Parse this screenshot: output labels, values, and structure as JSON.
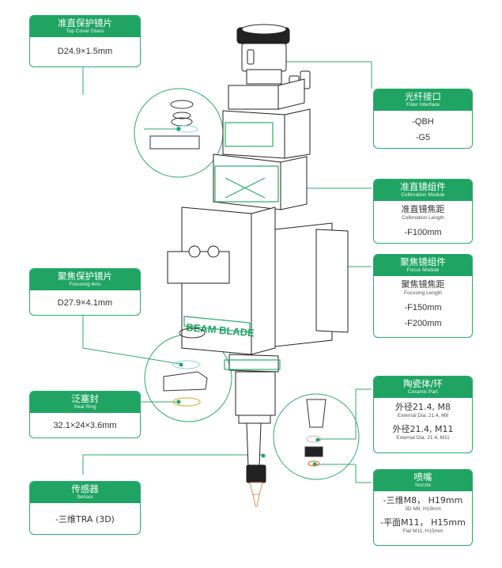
{
  "brand_text": "BEAM BLADE",
  "colors": {
    "accent": "#1fa463",
    "line": "#2bab6e",
    "nozzle_tip": "#e0905a",
    "seal_ring": "#d8c266"
  },
  "labels": {
    "top_cover_glass": {
      "zh": "准直保护镜片",
      "en": "Top Cover Glass",
      "values": [
        "D24.9×1.5mm"
      ]
    },
    "fiber_interface": {
      "zh": "光纤接口",
      "en": "Fiber Interface",
      "values": [
        "-QBH",
        "-G5"
      ]
    },
    "collimation_module": {
      "zh": "准直镜组件",
      "en": "Collimation Module",
      "sub_zh": "准直镜焦距",
      "sub_en": "Collimation Length",
      "values": [
        "-F100mm"
      ]
    },
    "focus_module": {
      "zh": "聚焦镜组件",
      "en": "Focus Module",
      "sub_zh": "聚焦镜焦距",
      "sub_en": "Focusing Length",
      "values": [
        "-F150mm",
        "-F200mm"
      ]
    },
    "focusing_lens": {
      "zh": "聚焦保护镜片",
      "en": "Focusing lens",
      "values": [
        "D27.9×4.1mm"
      ]
    },
    "seal_ring": {
      "zh": "泛塞封",
      "en": "Seal Ring",
      "values": [
        "32.1×24×3.6mm"
      ]
    },
    "sensor": {
      "zh": "传感器",
      "en": "Sensor",
      "values": [
        "-三维TRA (3D)"
      ]
    },
    "ceramic_part": {
      "zh": "陶瓷体/环",
      "en": "Ceramic Part",
      "items": [
        {
          "zh": "外径21.4, M8",
          "en": "External Dia. 21.4, M8"
        },
        {
          "zh": "外径21.4, M11",
          "en": "External Dia. 21.4, M11"
        }
      ]
    },
    "nozzle": {
      "zh": "喷嘴",
      "en": "Nozzle",
      "items": [
        {
          "zh": "-三维M8， H19mm",
          "en": "3D M8, H19mm"
        },
        {
          "zh": "-平面M11， H15mm",
          "en": "Flat M11, H15mm"
        }
      ]
    }
  }
}
